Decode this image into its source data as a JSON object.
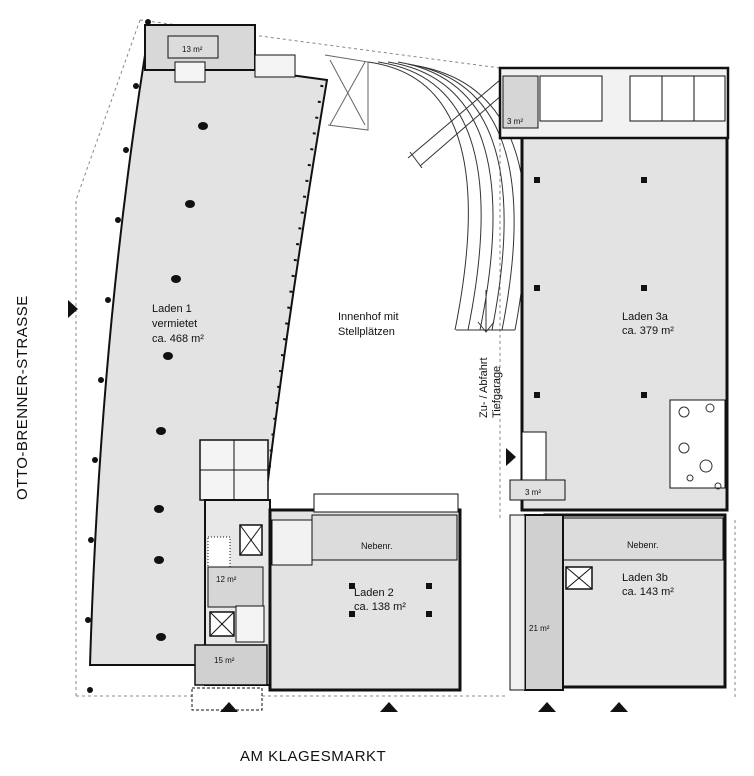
{
  "streets": {
    "left": "OTTO-BRENNER-STRASSE",
    "bottom": "AM KLAGESMARKT"
  },
  "units": {
    "laden1": {
      "name": "Laden 1",
      "status": "vermietet",
      "area": "ca. 468 m²"
    },
    "laden2": {
      "name": "Laden 2",
      "area": "ca. 138 m²",
      "aux": "Nebenr."
    },
    "laden3a": {
      "name": "Laden 3a",
      "area": "ca. 379 m²"
    },
    "laden3b": {
      "name": "Laden 3b",
      "area": "ca. 143 m²",
      "aux": "Nebenr."
    }
  },
  "courtyard": {
    "line1": "Innenhof mit",
    "line2": "Stellplätzen"
  },
  "garage": {
    "line1": "Zu- / Abfahrt",
    "line2": "Tiefgarage"
  },
  "small_areas": {
    "a13": "13 m²",
    "a3_top": "3 m²",
    "a3_mid": "3 m²",
    "a12": "12 m²",
    "a15": "15 m²",
    "a21": "21 m²"
  },
  "colors": {
    "floor_fill": "#e3e3e3",
    "wall": "#111111",
    "courtyard": "#ffffff"
  }
}
